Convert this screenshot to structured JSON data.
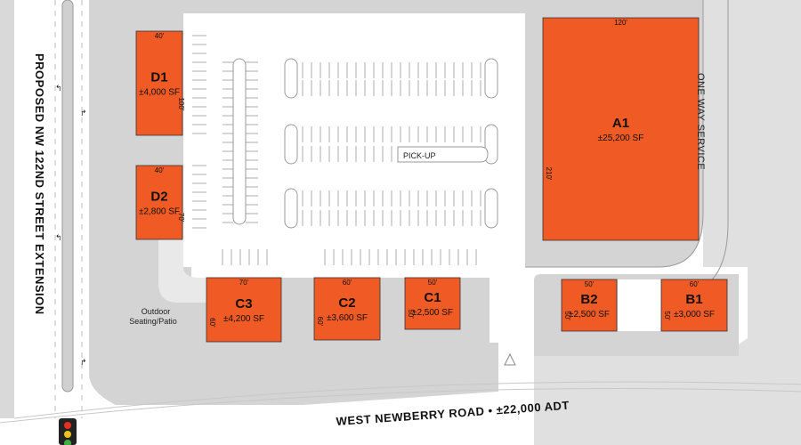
{
  "buildings": [
    {
      "id": "d1",
      "name": "D1",
      "area": "±4,000 SF",
      "width_label": "40'",
      "depth_label": "100'"
    },
    {
      "id": "d2",
      "name": "D2",
      "area": "±2,800 SF",
      "width_label": "40'",
      "depth_label": "70'"
    },
    {
      "id": "a1",
      "name": "A1",
      "area": "±25,200 SF",
      "width_label": "120'",
      "depth_label": "210'"
    },
    {
      "id": "c3",
      "name": "C3",
      "area": "±4,200 SF",
      "width_label": "70'",
      "depth_label": "60'"
    },
    {
      "id": "c2",
      "name": "C2",
      "area": "±3,600 SF",
      "width_label": "60'",
      "depth_label": "60'"
    },
    {
      "id": "c1",
      "name": "C1",
      "area": "±2,500 SF",
      "width_label": "50'",
      "depth_label": "50'"
    },
    {
      "id": "b2",
      "name": "B2",
      "area": "±2,500 SF",
      "width_label": "50'",
      "depth_label": "50'"
    },
    {
      "id": "b1",
      "name": "B1",
      "area": "±3,000 SF",
      "width_label": "60'",
      "depth_label": "50'"
    }
  ],
  "labels": {
    "street_west": "PROPOSED NW 122ND STREET EXTENSION",
    "road_south": "WEST NEWBERRY ROAD • ±22,000 ADT",
    "one_way": "ONE WAY SERVICE",
    "pickup": "PICK-UP",
    "patio_line1": "Outdoor",
    "patio_line2": "Seating/Patio"
  },
  "colors": {
    "building_fill": "#f05a24",
    "site_gray": "#d4d4d4",
    "pavement": "#ffffff",
    "traffic_red": "#e53020",
    "traffic_yellow": "#f0c020",
    "traffic_green": "#40b040"
  }
}
